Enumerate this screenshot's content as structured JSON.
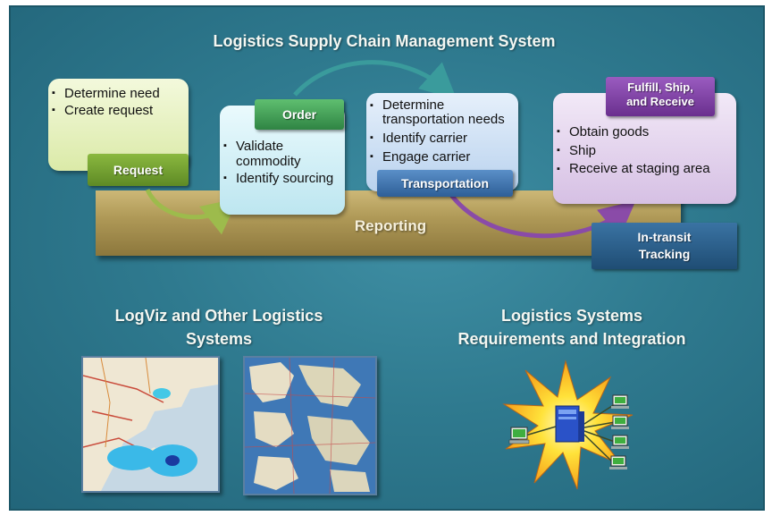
{
  "diagram": {
    "title": "Logistics Supply Chain Management System",
    "reporting_label": "Reporting",
    "request": {
      "label": "Request",
      "bullets": [
        "Determine need",
        "Create request"
      ]
    },
    "order": {
      "label": "Order",
      "bullets": [
        "Validate commodity",
        "Identify sourcing"
      ]
    },
    "transportation": {
      "label": "Transportation",
      "bullets": [
        "Determine transportation needs",
        "Identify carrier",
        "Engage carrier"
      ]
    },
    "fulfill": {
      "label_line1": "Fulfill, Ship,",
      "label_line2": "and Receive",
      "bullets": [
        "Obtain goods",
        "Ship",
        "Receive at staging area"
      ]
    },
    "intransit": {
      "label_line1": "In-transit",
      "label_line2": "Tracking"
    }
  },
  "logviz": {
    "title_line1": "LogViz and Other Logistics",
    "title_line2": "Systems"
  },
  "integration": {
    "title_line1": "Logistics Systems",
    "title_line2": "Requirements and Integration"
  },
  "colors": {
    "background": "#2f7a8f",
    "reporting_bar": "#b09a58",
    "request_card": "#e9f3c8",
    "request_tag": "#6d9a2c",
    "order_card": "#d6f1f7",
    "order_tag": "#3f9a55",
    "transport_card": "#d2e3f6",
    "transport_tag": "#3d6fa8",
    "fulfill_card": "#e6d8ef",
    "fulfill_tag": "#7b3fa0",
    "intransit_tag": "#2f5f86"
  },
  "icons": [
    "green-arrow-icon",
    "purple-arrow-icon",
    "teal-arrow-icon",
    "server-burst-icon",
    "computer-icon"
  ]
}
